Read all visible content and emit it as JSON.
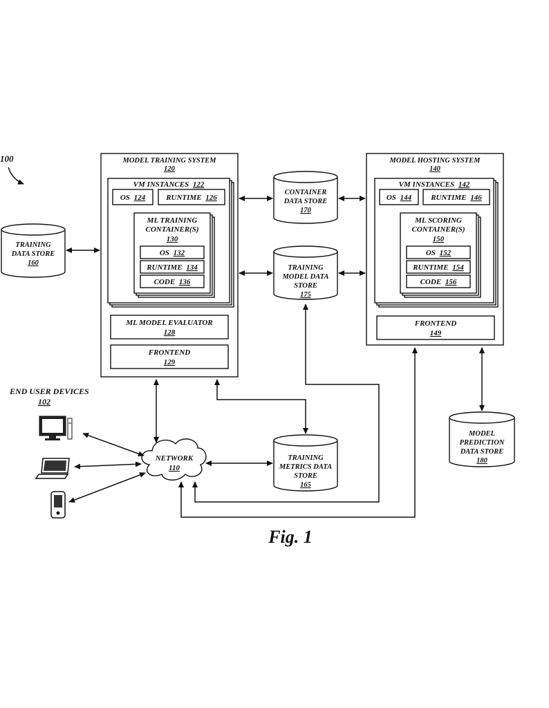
{
  "figure_ref": "100",
  "caption": "Fig. 1",
  "model_training_system": {
    "title": "MODEL TRAINING SYSTEM",
    "number": "120",
    "vm_instances": {
      "label": "VM INSTANCES",
      "number": "122"
    },
    "os": {
      "label": "OS",
      "number": "124"
    },
    "runtime": {
      "label": "RUNTIME",
      "number": "126"
    },
    "ml_training_container": {
      "line1": "ML TRAINING",
      "line2": "CONTAINER(S)",
      "number": "130"
    },
    "container_os": {
      "label": "OS",
      "number": "132"
    },
    "container_runtime": {
      "label": "RUNTIME",
      "number": "134"
    },
    "container_code": {
      "label": "CODE",
      "number": "136"
    },
    "evaluator": {
      "label": "ML MODEL EVALUATOR",
      "number": "128"
    },
    "frontend": {
      "label": "FRONTEND",
      "number": "129"
    }
  },
  "model_hosting_system": {
    "title": "MODEL HOSTING SYSTEM",
    "number": "140",
    "vm_instances": {
      "label": "VM INSTANCES",
      "number": "142"
    },
    "os": {
      "label": "OS",
      "number": "144"
    },
    "runtime": {
      "label": "RUNTIME",
      "number": "146"
    },
    "ml_scoring_container": {
      "line1": "ML SCORING",
      "line2": "CONTAINER(S)",
      "number": "150"
    },
    "container_os": {
      "label": "OS",
      "number": "152"
    },
    "container_runtime": {
      "label": "RUNTIME",
      "number": "154"
    },
    "container_code": {
      "label": "CODE",
      "number": "156"
    },
    "frontend": {
      "label": "FRONTEND",
      "number": "149"
    }
  },
  "training_data_store": {
    "line1": "TRAINING",
    "line2": "DATA STORE",
    "number": "160"
  },
  "container_data_store": {
    "line1": "CONTAINER",
    "line2": "DATA STORE",
    "number": "170"
  },
  "training_model_data_store": {
    "line1": "TRAINING",
    "line2": "MODEL DATA",
    "line3": "STORE",
    "number": "175"
  },
  "training_metrics_data_store": {
    "line1": "TRAINING",
    "line2": "METRICS DATA",
    "line3": "STORE",
    "number": "165"
  },
  "model_prediction_data_store": {
    "line1": "MODEL",
    "line2": "PREDICTION",
    "line3": "DATA STORE",
    "number": "180"
  },
  "network": {
    "label": "NETWORK",
    "number": "110"
  },
  "end_user_devices": {
    "label": "END USER DEVICES",
    "number": "102"
  },
  "icons": [
    "desktop-computer-icon",
    "laptop-icon",
    "mobile-phone-icon"
  ]
}
